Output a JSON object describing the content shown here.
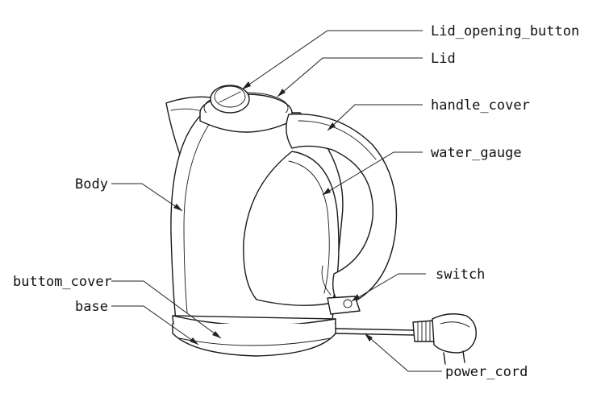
{
  "labels": {
    "lid_opening_button": "Lid_opening_button",
    "lid": "Lid",
    "handle_cover": "handle_cover",
    "water_gauge": "water_gauge",
    "body": "Body",
    "buttom_cover": "buttom_cover",
    "base": "base",
    "switch": "switch",
    "power_cord": "power_cord"
  }
}
